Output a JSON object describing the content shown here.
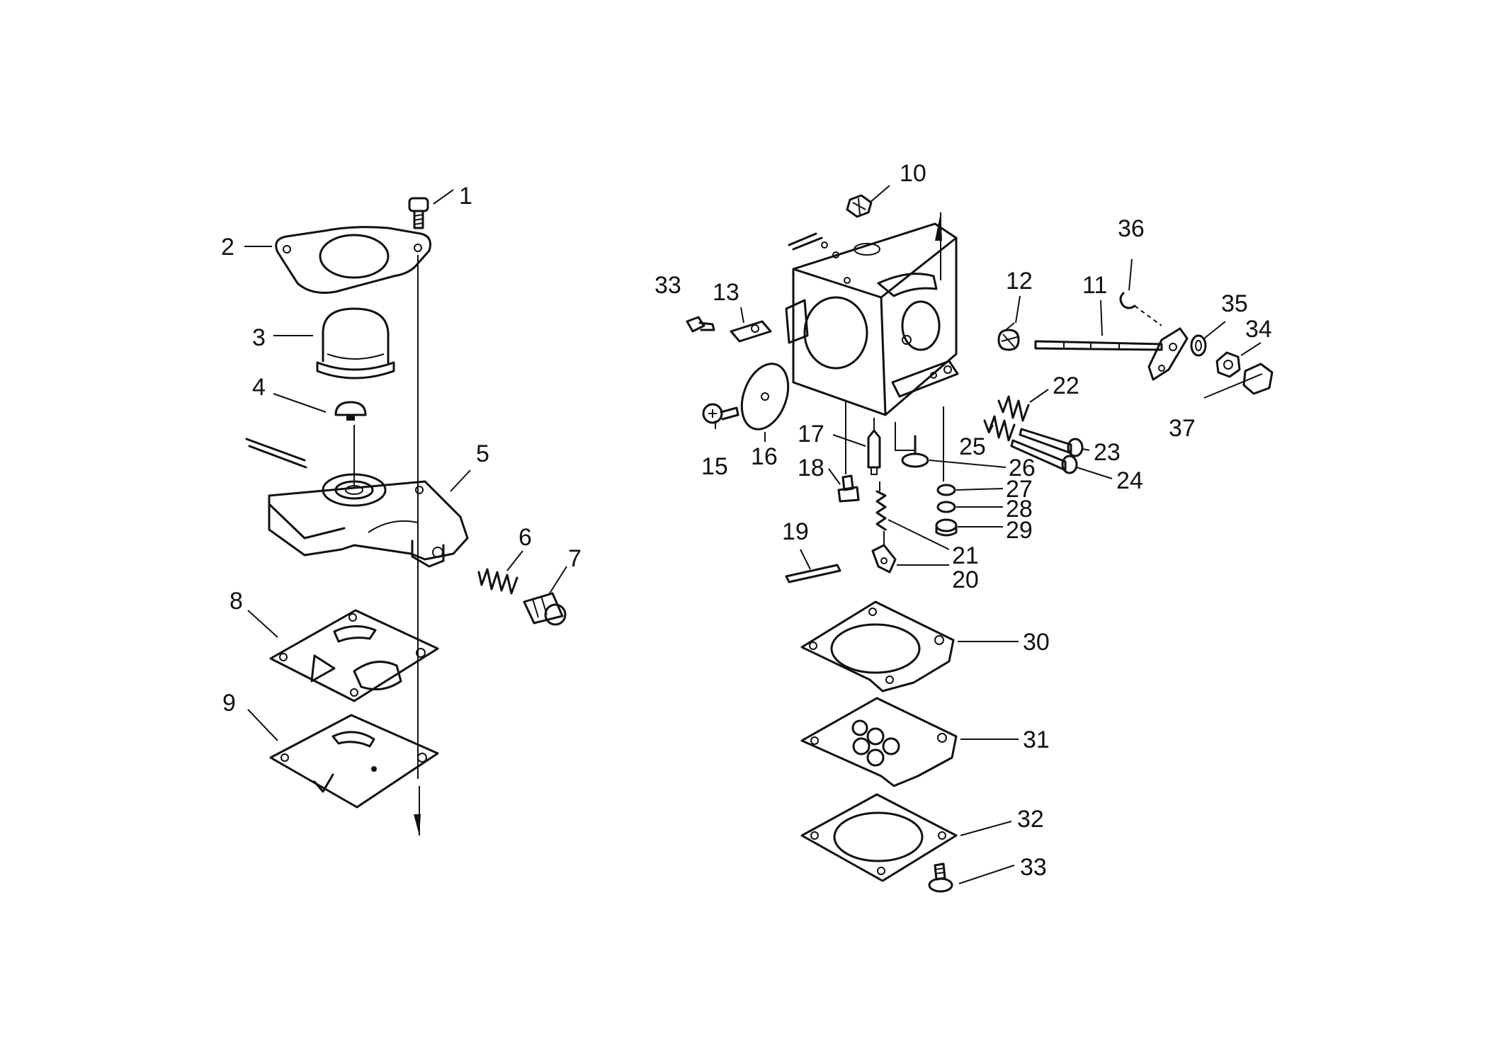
{
  "labels": [
    {
      "id": "1",
      "text": "1"
    },
    {
      "id": "2",
      "text": "2"
    },
    {
      "id": "3",
      "text": "3"
    },
    {
      "id": "4",
      "text": "4"
    },
    {
      "id": "5",
      "text": "5"
    },
    {
      "id": "6",
      "text": "6"
    },
    {
      "id": "7",
      "text": "7"
    },
    {
      "id": "8",
      "text": "8"
    },
    {
      "id": "9",
      "text": "9"
    },
    {
      "id": "10",
      "text": "10"
    },
    {
      "id": "11",
      "text": "11"
    },
    {
      "id": "12",
      "text": "12"
    },
    {
      "id": "13",
      "text": "13"
    },
    {
      "id": "15",
      "text": "15"
    },
    {
      "id": "16",
      "text": "16"
    },
    {
      "id": "17",
      "text": "17"
    },
    {
      "id": "18",
      "text": "18"
    },
    {
      "id": "19",
      "text": "19"
    },
    {
      "id": "20",
      "text": "20"
    },
    {
      "id": "21",
      "text": "21"
    },
    {
      "id": "22",
      "text": "22"
    },
    {
      "id": "23",
      "text": "23"
    },
    {
      "id": "24",
      "text": "24"
    },
    {
      "id": "25",
      "text": "25"
    },
    {
      "id": "26",
      "text": "26"
    },
    {
      "id": "27",
      "text": "27"
    },
    {
      "id": "28",
      "text": "28"
    },
    {
      "id": "29",
      "text": "29"
    },
    {
      "id": "30",
      "text": "30"
    },
    {
      "id": "31",
      "text": "31"
    },
    {
      "id": "32",
      "text": "32"
    },
    {
      "id": "33a",
      "text": "33"
    },
    {
      "id": "33b",
      "text": "33"
    },
    {
      "id": "34",
      "text": "34"
    },
    {
      "id": "35",
      "text": "35"
    },
    {
      "id": "36",
      "text": "36"
    },
    {
      "id": "37",
      "text": "37"
    }
  ]
}
